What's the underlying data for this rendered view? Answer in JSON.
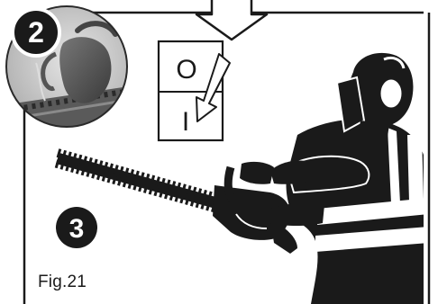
{
  "figure": {
    "label": "Fig.21",
    "step_badges": {
      "inset": "2",
      "main": "3"
    },
    "switch": {
      "off_symbol": "O",
      "on_symbol": "I"
    }
  }
}
